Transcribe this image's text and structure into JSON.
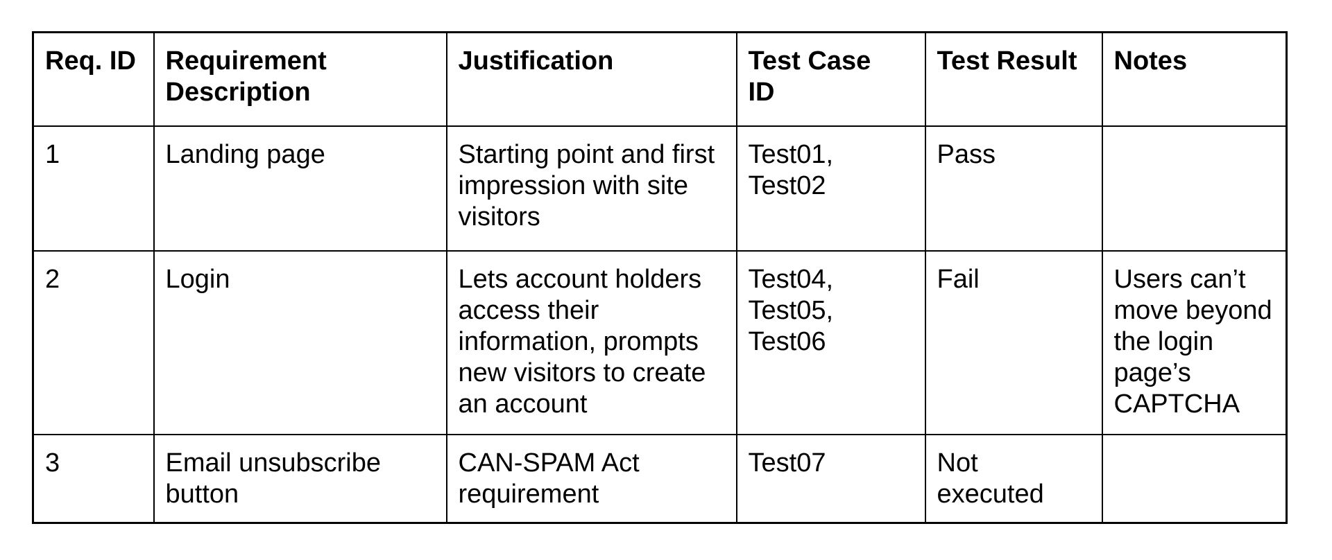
{
  "table": {
    "name": "requirements-traceability-table",
    "columns": [
      {
        "label": "Req. ID"
      },
      {
        "label": "Requirement Description"
      },
      {
        "label": "Justification"
      },
      {
        "label": "Test Case\nID"
      },
      {
        "label": "Test Result"
      },
      {
        "label": "Notes"
      }
    ],
    "rows": [
      {
        "req_id": "1",
        "description": "Landing page",
        "justification": "Starting point and first impression with site visitors",
        "test_case_id": "Test01,\nTest02",
        "test_result": "Pass",
        "notes": ""
      },
      {
        "req_id": "2",
        "description": "Login",
        "justification": "Lets account holders access their information, prompts new visitors to create an account",
        "test_case_id": "Test04,\nTest05,\nTest06",
        "test_result": "Fail",
        "notes": "Users can’t move beyond the login page’s CAPTCHA"
      },
      {
        "req_id": "3",
        "description": "Email unsubscribe button",
        "justification": "CAN-SPAM Act requirement",
        "test_case_id": "Test07",
        "test_result": "Not executed",
        "notes": ""
      }
    ]
  },
  "colors": {
    "border": "#000000",
    "text": "#000000",
    "background": "#ffffff"
  }
}
